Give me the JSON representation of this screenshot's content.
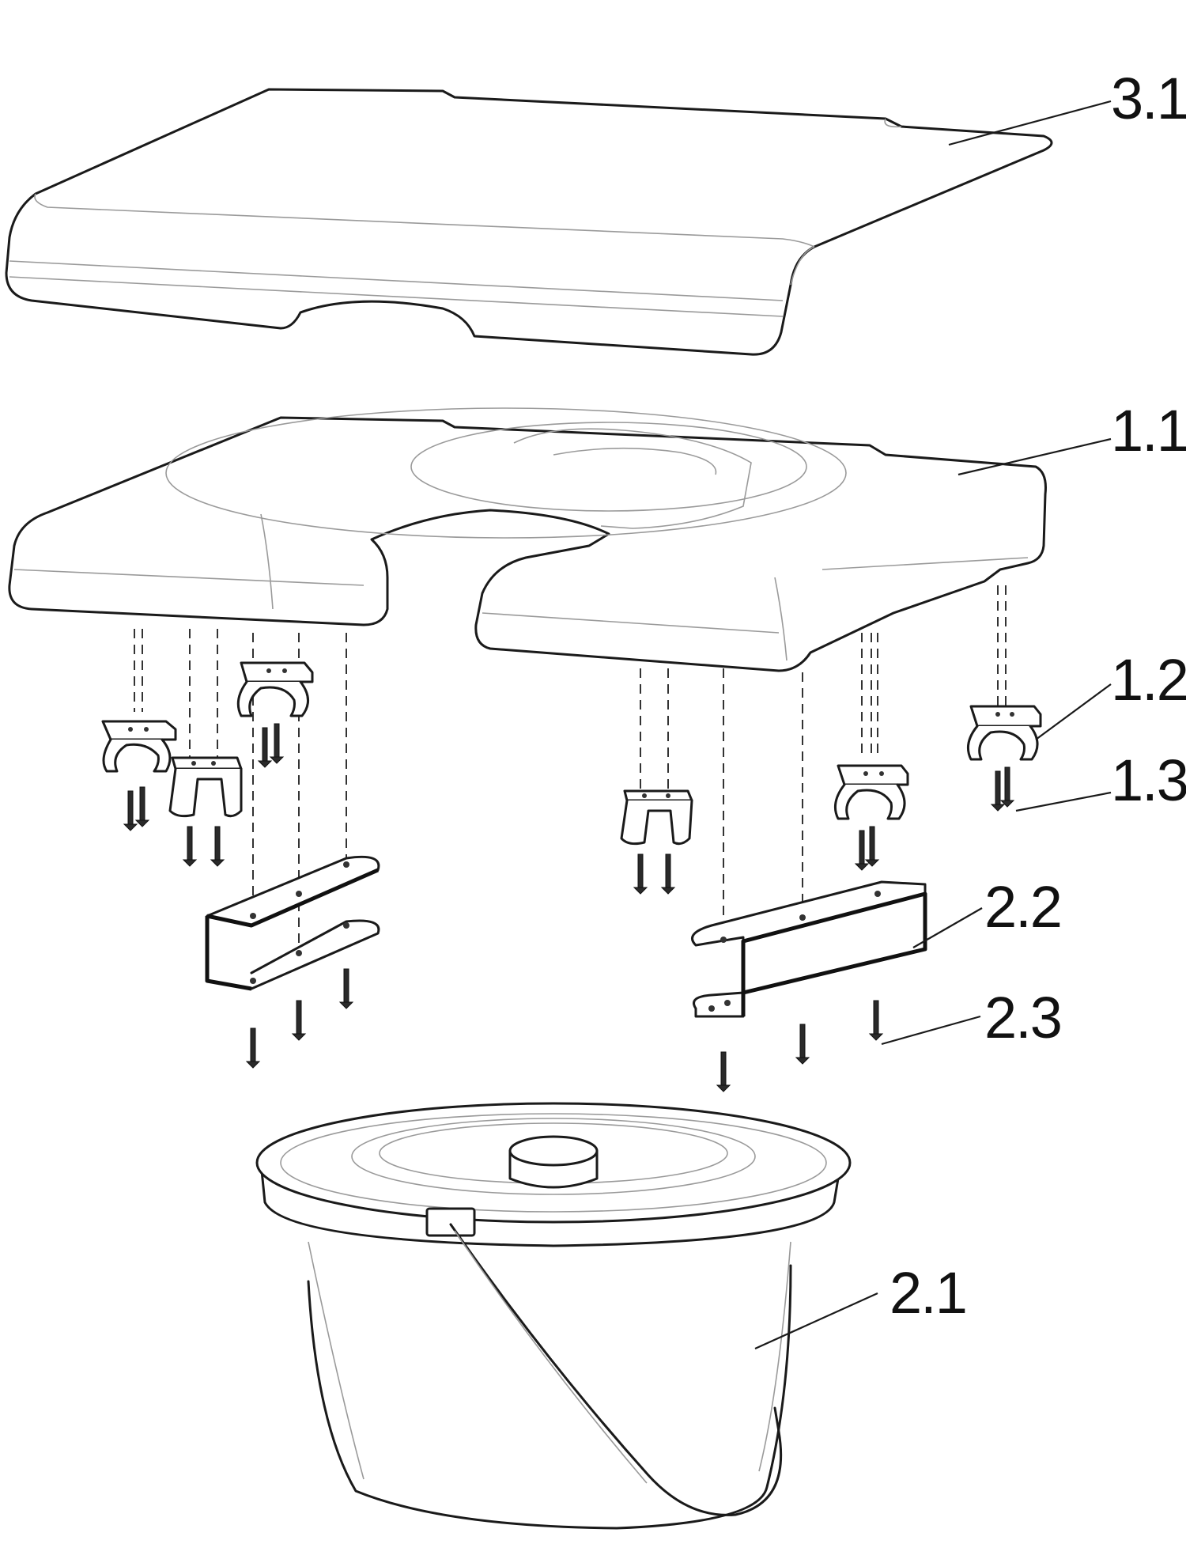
{
  "diagram": {
    "callouts": {
      "lid": "3.1",
      "seat": "1.1",
      "clip": "1.2",
      "clip_screw": "1.3",
      "bracket": "2.2",
      "bracket_screw": "2.3",
      "bucket": "2.1"
    },
    "colors": {
      "line": "#1a1a1a",
      "detail": "#9a9a9a",
      "background": "#ffffff"
    }
  }
}
